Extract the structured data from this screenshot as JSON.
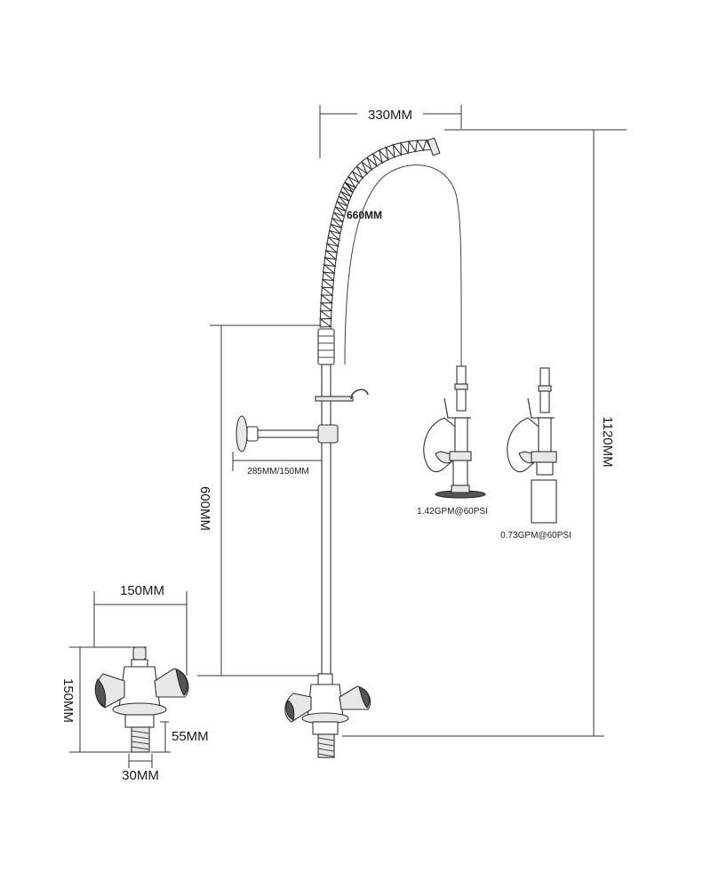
{
  "dimensions": {
    "coil_width": "330MM",
    "hose_length": "660MM",
    "arm_length": "285MM/150MM",
    "column_height": "600MM",
    "total_height": "1120MM",
    "base_width": "150MM",
    "base_height": "150MM",
    "inlet_length": "55MM",
    "inlet_width": "30MM"
  },
  "spray_valves": {
    "valve_a_flow": "1.42GPM@60PSI",
    "valve_b_flow": "0.73GPM@60PSI"
  },
  "colors": {
    "line": "#333333",
    "background": "#ffffff"
  }
}
